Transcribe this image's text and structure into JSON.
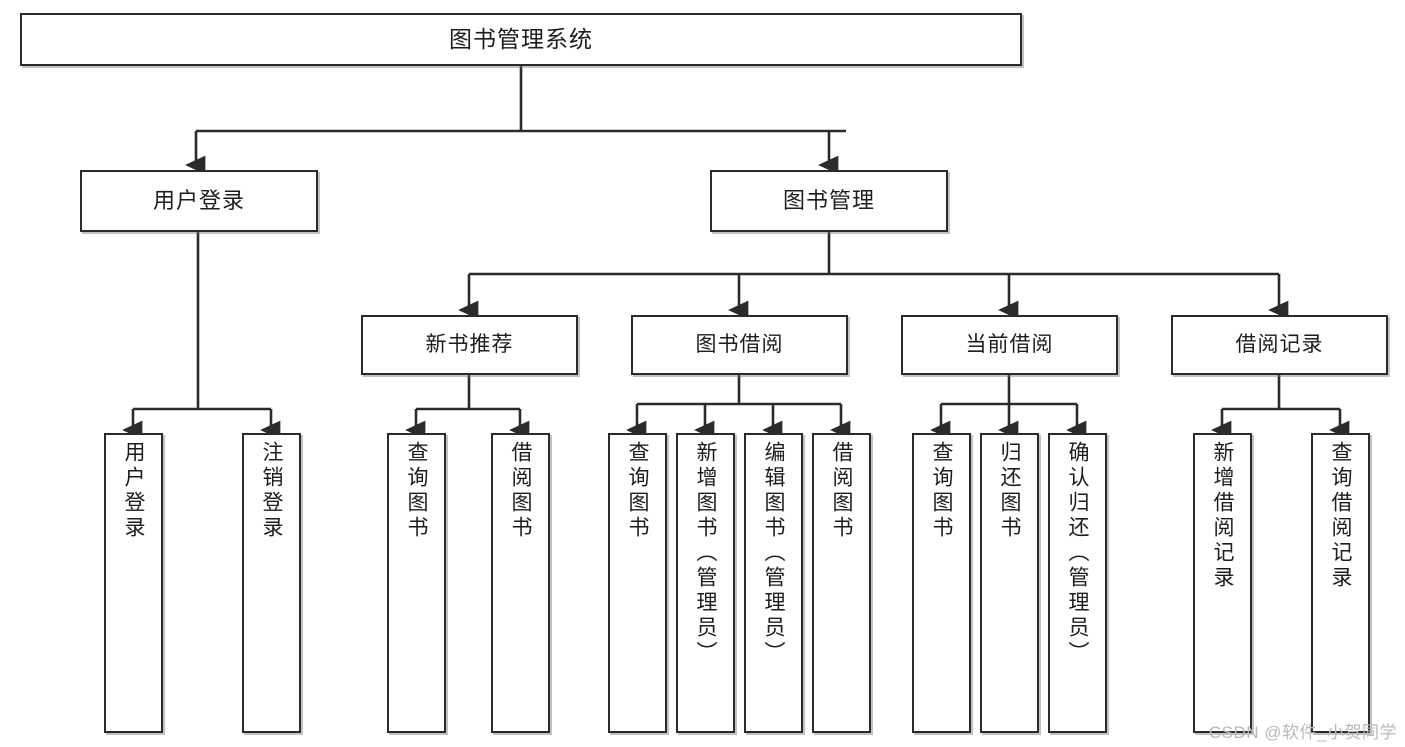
{
  "diagram": {
    "type": "tree-hierarchy",
    "title": "图书管理系统",
    "watermark": "CSDN @软件_小贺同学",
    "colors": {
      "box_border": "#2b2b2b",
      "box_fill": "#ffffff",
      "connector": "#2b2b2b",
      "text": "#1d1d1d",
      "watermark": "#b9b9b9"
    },
    "root": {
      "label": "图书管理系统"
    },
    "level2": [
      {
        "label": "用户登录"
      },
      {
        "label": "图书管理"
      }
    ],
    "level3": [
      {
        "label": "新书推荐"
      },
      {
        "label": "图书借阅"
      },
      {
        "label": "当前借阅"
      },
      {
        "label": "借阅记录"
      }
    ],
    "leaves": {
      "user_login": [
        {
          "label": "用户登录"
        },
        {
          "label": "注销登录"
        }
      ],
      "new_book_recommend": [
        {
          "label": "查询图书"
        },
        {
          "label": "借阅图书"
        }
      ],
      "book_borrow": [
        {
          "label": "查询图书"
        },
        {
          "label": "新增图书（管理员）"
        },
        {
          "label": "编辑图书（管理员）"
        },
        {
          "label": "借阅图书"
        }
      ],
      "current_borrow": [
        {
          "label": "查询图书"
        },
        {
          "label": "归还图书"
        },
        {
          "label": "确认归还（管理员）"
        }
      ],
      "borrow_record": [
        {
          "label": "新增借阅记录"
        },
        {
          "label": "查询借阅记录"
        }
      ]
    }
  }
}
